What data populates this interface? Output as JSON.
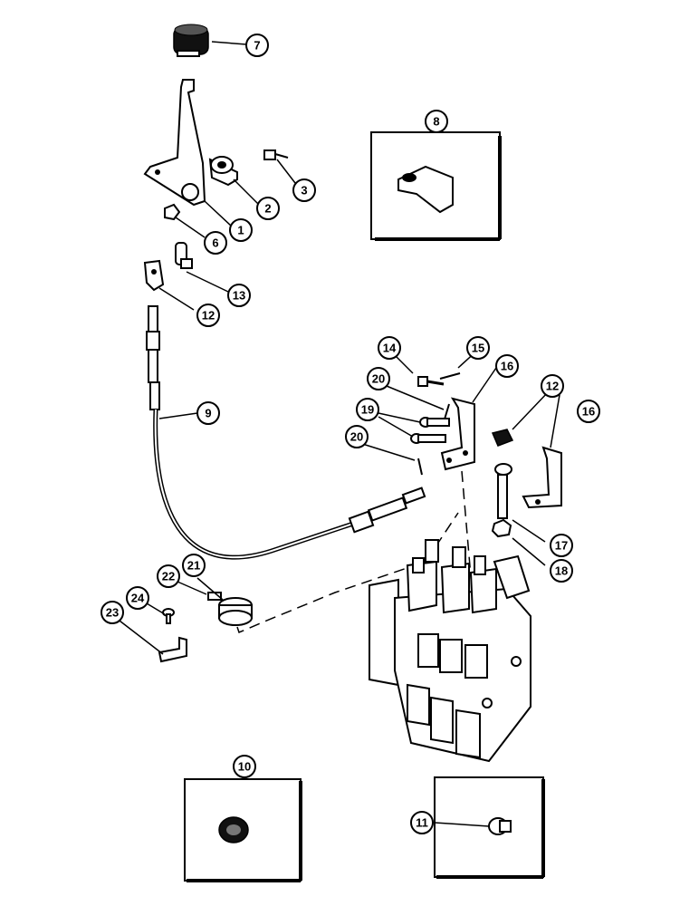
{
  "diagram": {
    "callouts": [
      {
        "id": "c1",
        "label": "1"
      },
      {
        "id": "c2",
        "label": "2"
      },
      {
        "id": "c3",
        "label": "3"
      },
      {
        "id": "c6",
        "label": "6"
      },
      {
        "id": "c7",
        "label": "7"
      },
      {
        "id": "c8",
        "label": "8"
      },
      {
        "id": "c9",
        "label": "9"
      },
      {
        "id": "c10",
        "label": "10"
      },
      {
        "id": "c11",
        "label": "11"
      },
      {
        "id": "c12a",
        "label": "12"
      },
      {
        "id": "c12b",
        "label": "12"
      },
      {
        "id": "c13",
        "label": "13"
      },
      {
        "id": "c14",
        "label": "14"
      },
      {
        "id": "c15",
        "label": "15"
      },
      {
        "id": "c16a",
        "label": "16"
      },
      {
        "id": "c16b",
        "label": "16"
      },
      {
        "id": "c17",
        "label": "17"
      },
      {
        "id": "c18",
        "label": "18"
      },
      {
        "id": "c19",
        "label": "19"
      },
      {
        "id": "c20a",
        "label": "20"
      },
      {
        "id": "c20b",
        "label": "20"
      },
      {
        "id": "c21",
        "label": "21"
      },
      {
        "id": "c22",
        "label": "22"
      },
      {
        "id": "c23",
        "label": "23"
      },
      {
        "id": "c24",
        "label": "24"
      }
    ]
  }
}
